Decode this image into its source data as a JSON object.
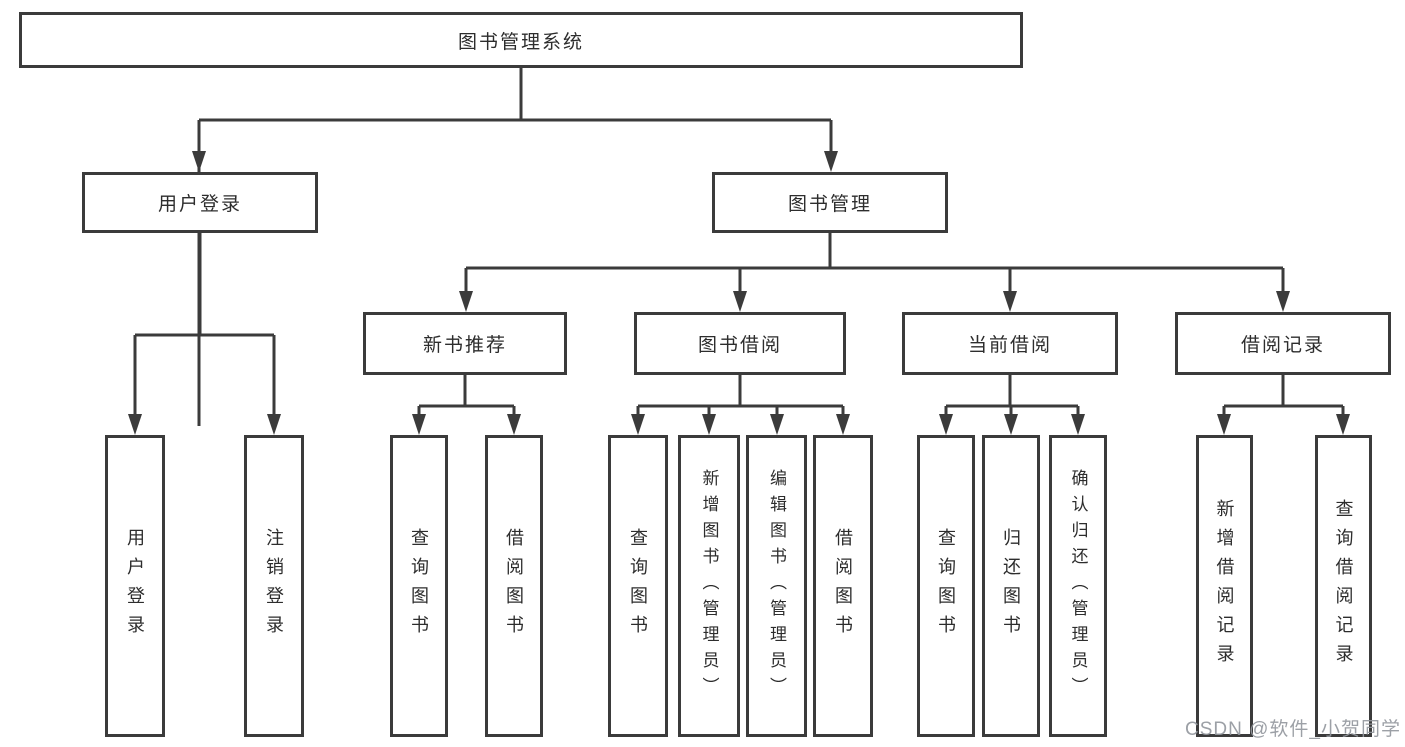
{
  "diagram": {
    "root": {
      "label": "图书管理系统"
    },
    "level2": [
      {
        "label": "用户登录"
      },
      {
        "label": "图书管理"
      }
    ],
    "level3": [
      {
        "label": "新书推荐"
      },
      {
        "label": "图书借阅"
      },
      {
        "label": "当前借阅"
      },
      {
        "label": "借阅记录"
      }
    ],
    "leaves": {
      "login": [
        {
          "label": "用户登录"
        },
        {
          "label": "注销登录"
        }
      ],
      "recommend": [
        {
          "label": "查询图书"
        },
        {
          "label": "借阅图书"
        }
      ],
      "borrow": [
        {
          "label": "查询图书"
        },
        {
          "label": "新增图书（管理员）"
        },
        {
          "label": "编辑图书（管理员）"
        },
        {
          "label": "借阅图书"
        }
      ],
      "current": [
        {
          "label": "查询图书"
        },
        {
          "label": "归还图书"
        },
        {
          "label": "确认归还（管理员）"
        }
      ],
      "records": [
        {
          "label": "新增借阅记录"
        },
        {
          "label": "查询借阅记录"
        }
      ]
    },
    "colors": {
      "line": "#3b3b3b",
      "text": "#2d2d2d",
      "background": "#ffffff",
      "watermark": "#94989e"
    }
  },
  "watermark": {
    "text": "CSDN @软件_小贺同学"
  }
}
